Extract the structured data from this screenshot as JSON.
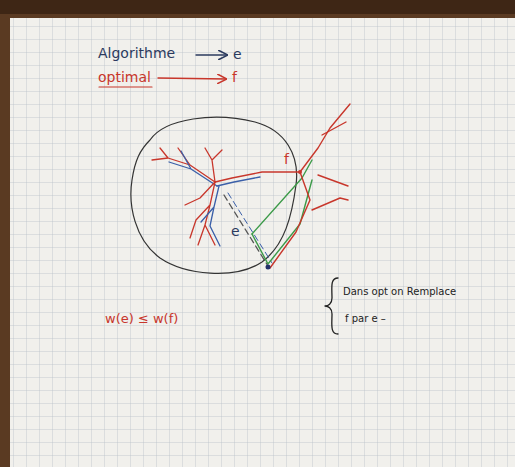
{
  "diagram": {
    "labels": [
      "Algorithme",
      "e",
      "optimal",
      "f",
      "f",
      "e",
      "w(e) ≤ w(f)",
      "Dans opt on Remplace",
      "f par e –"
    ]
  }
}
